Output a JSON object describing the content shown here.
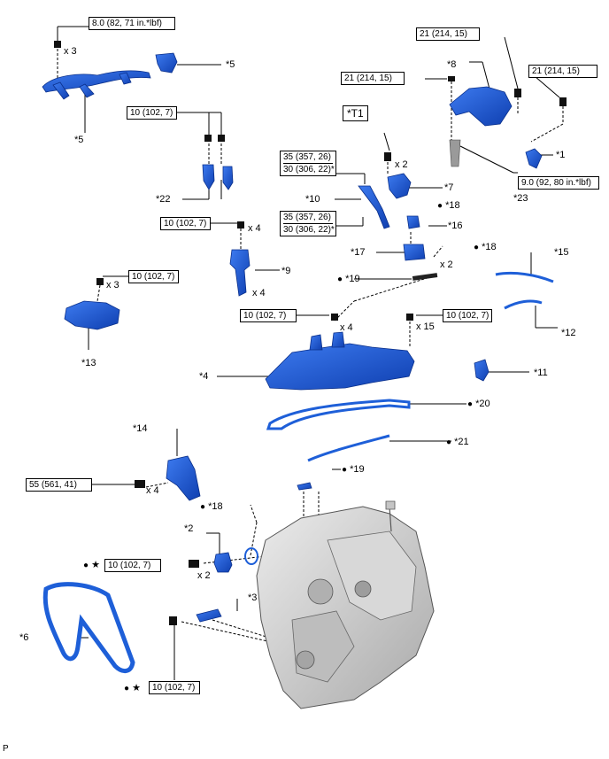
{
  "torques": {
    "t1": "8.0 (82, 71 in.*lbf)",
    "t2": "10 (102, 7)",
    "t3": "10 (102, 7)",
    "t4": "10 (102, 7)",
    "t5": "10 (102, 7)",
    "t6": "10 (102, 7)",
    "t7": "55 (561, 41)",
    "t8": "10 (102, 7)",
    "t9": "10 (102, 7)",
    "t10": "21 (214, 15)",
    "t11": "21 (214, 15)",
    "t12": "21 (214, 15)",
    "t13": "9.0 (92, 80 in.*lbf)",
    "t14a": "35 (357, 26)",
    "t14b": "30 (306, 22)*",
    "t15a": "35 (357, 26)",
    "t15b": "30 (306, 22)*"
  },
  "tool_box": "*T1",
  "parts": {
    "p1": "*1",
    "p2": "*2",
    "p3": "*3",
    "p4": "*4",
    "p5a": "*5",
    "p5b": "*5",
    "p6": "*6",
    "p7": "*7",
    "p8": "*8",
    "p9": "*9",
    "p10": "*10",
    "p11": "*11",
    "p12": "*12",
    "p13": "*13",
    "p14": "*14",
    "p15": "*15",
    "p16": "*16",
    "p17": "*17",
    "p18a": "*18",
    "p18b": "*18",
    "p18c": "*18",
    "p19a": "*19",
    "p19b": "*19",
    "p20": "*20",
    "p21": "*21",
    "p22": "*22",
    "p23": "*23"
  },
  "quantities": {
    "q1": "x 3",
    "q2": "x 4",
    "q3": "x 4",
    "q4": "x 3",
    "q5": "x 4",
    "q6": "x 15",
    "q7": "x 4",
    "q8": "x 2",
    "q9": "x 2",
    "q10": "x 2"
  },
  "markers": {
    "dot": "●",
    "star": "★"
  },
  "footer_code": "P",
  "colors": {
    "part_blue": "#1e5fd8",
    "engine_gray": "#c9c9c9",
    "line": "#000000"
  }
}
